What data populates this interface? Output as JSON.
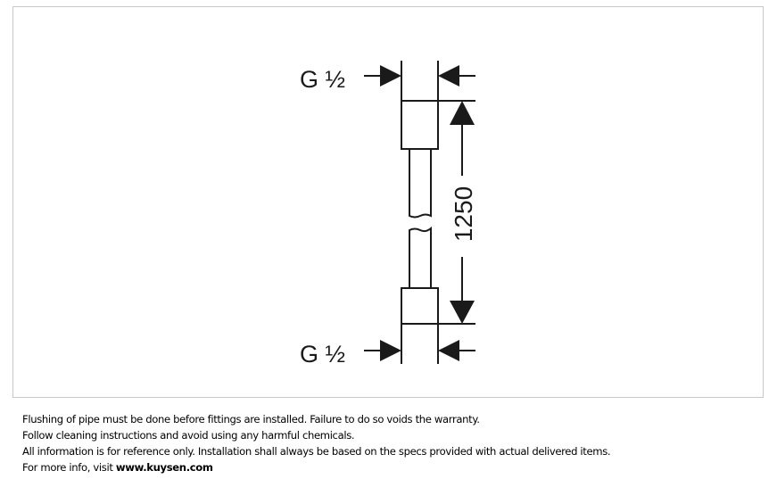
{
  "drawing": {
    "thread_top": "G ½",
    "thread_bottom": "G ½",
    "length_dimension": "1250"
  },
  "notes": {
    "line1": "Flushing of pipe must be done before fittings are installed. Failure to do so voids the warranty.",
    "line2": "Follow cleaning instructions and avoid using any harmful chemicals.",
    "line3": "All information is for reference only. Installation shall always be based on the specs provided with actual delivered items.",
    "line4_prefix": "For more info, visit ",
    "line4_link": "www.kuysen.com"
  }
}
